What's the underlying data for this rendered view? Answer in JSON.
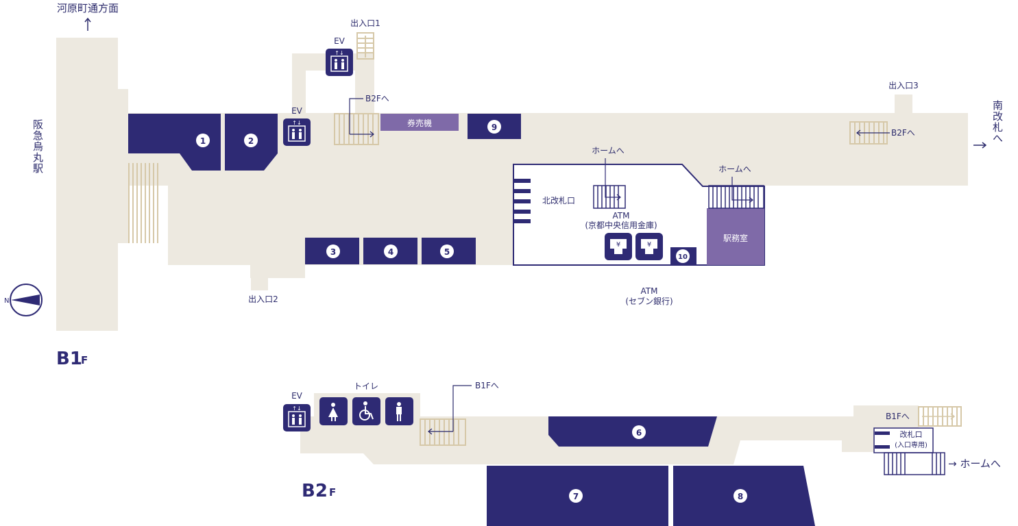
{
  "colors": {
    "floor_fill": "#ede9e0",
    "store_fill": "#2e2a74",
    "accent_fill": "#7f6aa8",
    "stair_line": "#d6c8a8",
    "text": "#2b2a6b"
  },
  "top_direction": "河原町通方面",
  "side_station": "阪急烏丸駅",
  "south_gate": "南改札へ",
  "floors": {
    "b1": {
      "label": "B1",
      "suffix": "F"
    },
    "b2": {
      "label": "B2",
      "suffix": "F"
    }
  },
  "b1": {
    "exit1": "出入口1",
    "exit2": "出入口2",
    "exit3": "出入口3",
    "ev_top": "EV",
    "ev_mid": "EV",
    "to_b2_left": "B2Fへ",
    "to_b2_right": "B2Fへ",
    "ticket_machine": "券売機",
    "north_gate": "北改札口",
    "home_1": "ホームへ",
    "home_2": "ホームへ",
    "atm_kyoto_line1": "ATM",
    "atm_kyoto_line2": "(京都中央信用金庫)",
    "station_office": "駅務室",
    "atm_seven_line1": "ATM",
    "atm_seven_line2": "(セブン銀行)",
    "stores": [
      "1",
      "2",
      "3",
      "4",
      "5",
      "9",
      "10"
    ]
  },
  "b2": {
    "ev": "EV",
    "toilet": "トイレ",
    "to_b1_left": "B1Fへ",
    "to_b1_right": "B1Fへ",
    "gate_line1": "改札口",
    "gate_line2": "(入口専用)",
    "home": "→ ホームへ",
    "stores": [
      "6",
      "7",
      "8"
    ]
  },
  "icons": [
    "elevator-icon",
    "female-toilet-icon",
    "accessible-toilet-icon",
    "male-toilet-icon",
    "atm-icon",
    "compass-icon",
    "arrow-up-icon",
    "arrow-right-icon"
  ]
}
